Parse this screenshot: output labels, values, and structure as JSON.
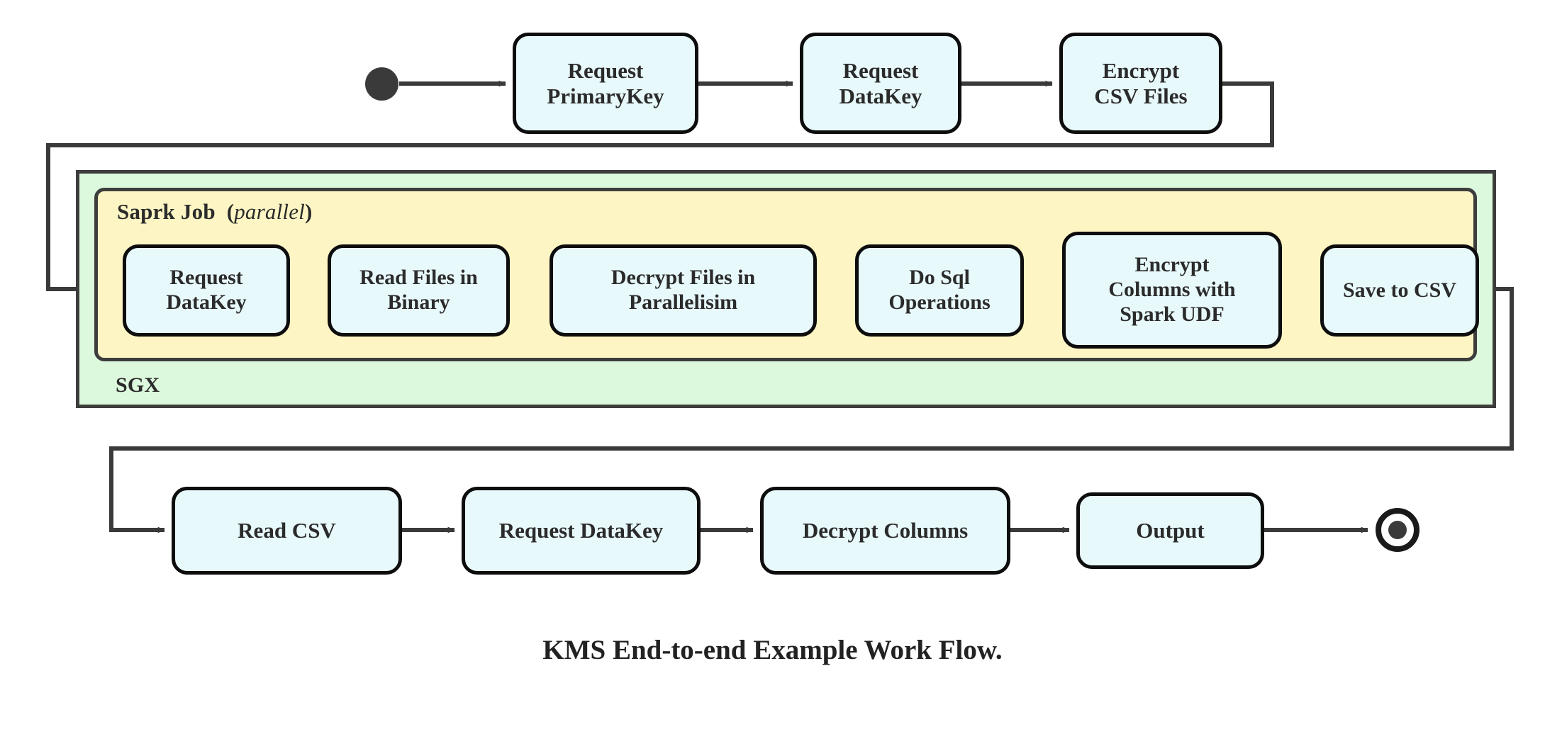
{
  "diagram": {
    "caption": "KMS End-to-end Example Work Flow.",
    "colors": {
      "node_fill": "#e8f9fc",
      "node_border": "#0d0d0d",
      "sgx_fill": "#ddf9dd",
      "spark_fill": "#fdf6c4",
      "container_border": "#3d3d3d",
      "wire": "#3a3a3a",
      "text": "#2b2b2b",
      "background": "#ffffff"
    },
    "markers": {
      "start": "start-state-filled-circle",
      "end": "end-state-ring-circle"
    },
    "containers": {
      "sgx": {
        "label": "SGX"
      },
      "spark": {
        "label_main": "Saprk Job",
        "label_open": "(",
        "label_italic": "parallel",
        "label_close": ")"
      }
    },
    "rows": {
      "top": [
        {
          "id": "request-primarykey",
          "lines": [
            "Request",
            "PrimaryKey"
          ]
        },
        {
          "id": "request-datakey-top",
          "lines": [
            "Request",
            "DataKey"
          ]
        },
        {
          "id": "encrypt-csv-files",
          "lines": [
            "Encrypt",
            "CSV Files"
          ]
        }
      ],
      "middle": [
        {
          "id": "request-datakey-spark",
          "lines": [
            "Request",
            "DataKey"
          ]
        },
        {
          "id": "read-files-in-binary",
          "lines": [
            "Read Files in",
            "Binary"
          ]
        },
        {
          "id": "decrypt-files-in-parallelisim",
          "lines": [
            "Decrypt Files in",
            "Parallelisim"
          ]
        },
        {
          "id": "do-sql-operations",
          "lines": [
            "Do Sql",
            "Operations"
          ]
        },
        {
          "id": "encrypt-columns-with-spark-udf",
          "lines": [
            "Encrypt",
            "Columns with",
            "Spark UDF"
          ]
        },
        {
          "id": "save-to-csv",
          "lines": [
            "Save to CSV"
          ]
        }
      ],
      "bottom": [
        {
          "id": "read-csv",
          "lines": [
            "Read CSV"
          ]
        },
        {
          "id": "request-datakey-bottom",
          "lines": [
            "Request DataKey"
          ]
        },
        {
          "id": "decrypt-columns",
          "lines": [
            "Decrypt Columns"
          ]
        },
        {
          "id": "output",
          "lines": [
            "Output"
          ]
        }
      ]
    }
  }
}
